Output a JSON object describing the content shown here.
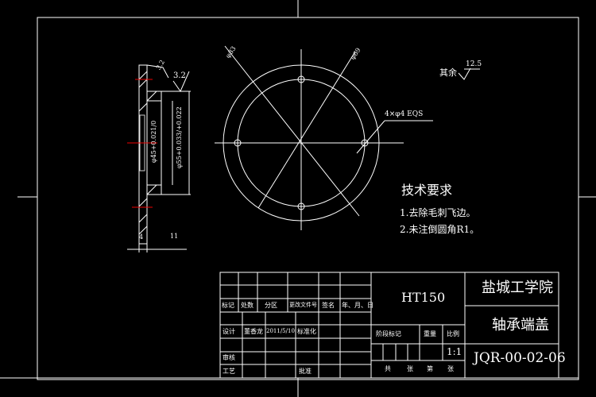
{
  "drawing": {
    "roughness_other": "其余",
    "roughness_other_value": "12.5",
    "roughness_face": "3.2",
    "roughness_side": "3.2",
    "dim_bore": "φ45+0.021/0",
    "dim_outer": "φ55+0.033/+0.022",
    "dim_thickness": "4",
    "dim_length": "11",
    "dim_d1": "φ83",
    "dim_d2": "φ69",
    "hole_note": "4×φ4 EQS"
  },
  "requirements": {
    "title": "技术要求",
    "items": [
      "1.去除毛刺飞边。",
      "2.未注倒圆角R1。"
    ]
  },
  "title_block": {
    "material": "HT150",
    "school": "盐城工学院",
    "part_name": "轴承端盖",
    "drawing_no": "JQR-00-02-06",
    "scale": "1:1",
    "header": [
      "标记",
      "处数",
      "分区",
      "更改文件号",
      "签名",
      "年、月、日"
    ],
    "design_label": "设计",
    "designer": "董香龙",
    "date": "2011/5/10",
    "standard_label": "标准化",
    "review_label": "审核",
    "process_label": "工艺",
    "approve_label": "批准",
    "stage_label": "阶段标记",
    "weight_label": "重量",
    "scale_label": "比例",
    "sheets_total": "共",
    "sheets_unit1": "张",
    "sheets_index": "第",
    "sheets_unit2": "张"
  }
}
